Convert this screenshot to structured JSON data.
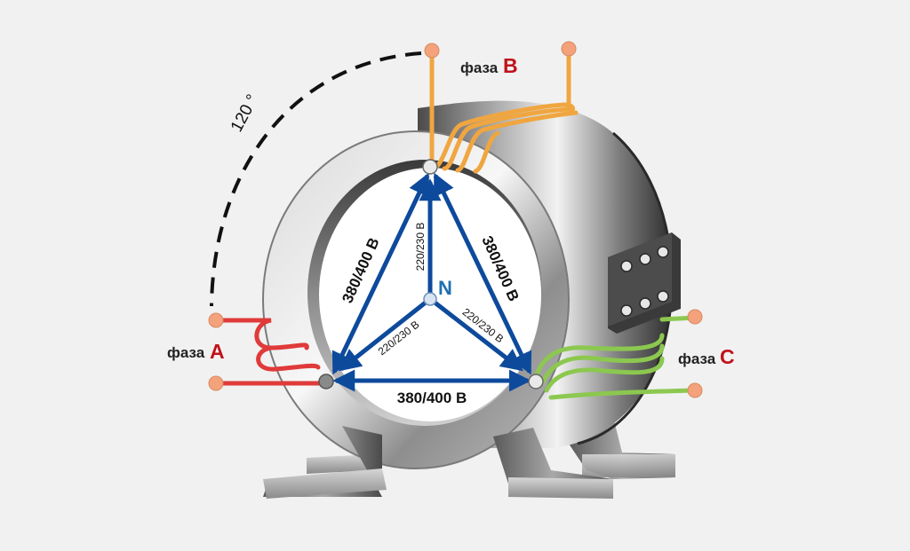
{
  "diagram": {
    "angle_label": "120 °",
    "neutral_label": "N",
    "line_voltage_left": "380/400 В",
    "line_voltage_right": "380/400 В",
    "line_voltage_bottom": "380/400 В",
    "phase_voltage_top": "220/230 В",
    "phase_voltage_left": "220/230 В",
    "phase_voltage_right": "220/230 В",
    "phases": {
      "a": {
        "word": "фаза",
        "letter": "A"
      },
      "b": {
        "word": "фаза",
        "letter": "B"
      },
      "c": {
        "word": "фаза",
        "letter": "C"
      }
    }
  },
  "colors": {
    "background": "#f1f1f1",
    "arrow_blue": "#0d4a9c",
    "neutral_blue": "#1f6fb0",
    "phase_letter_red": "#c0121b",
    "coil_a": "#e03a3a",
    "coil_b": "#f0a640",
    "coil_c": "#8cc850",
    "terminal": "#f4a27c"
  }
}
